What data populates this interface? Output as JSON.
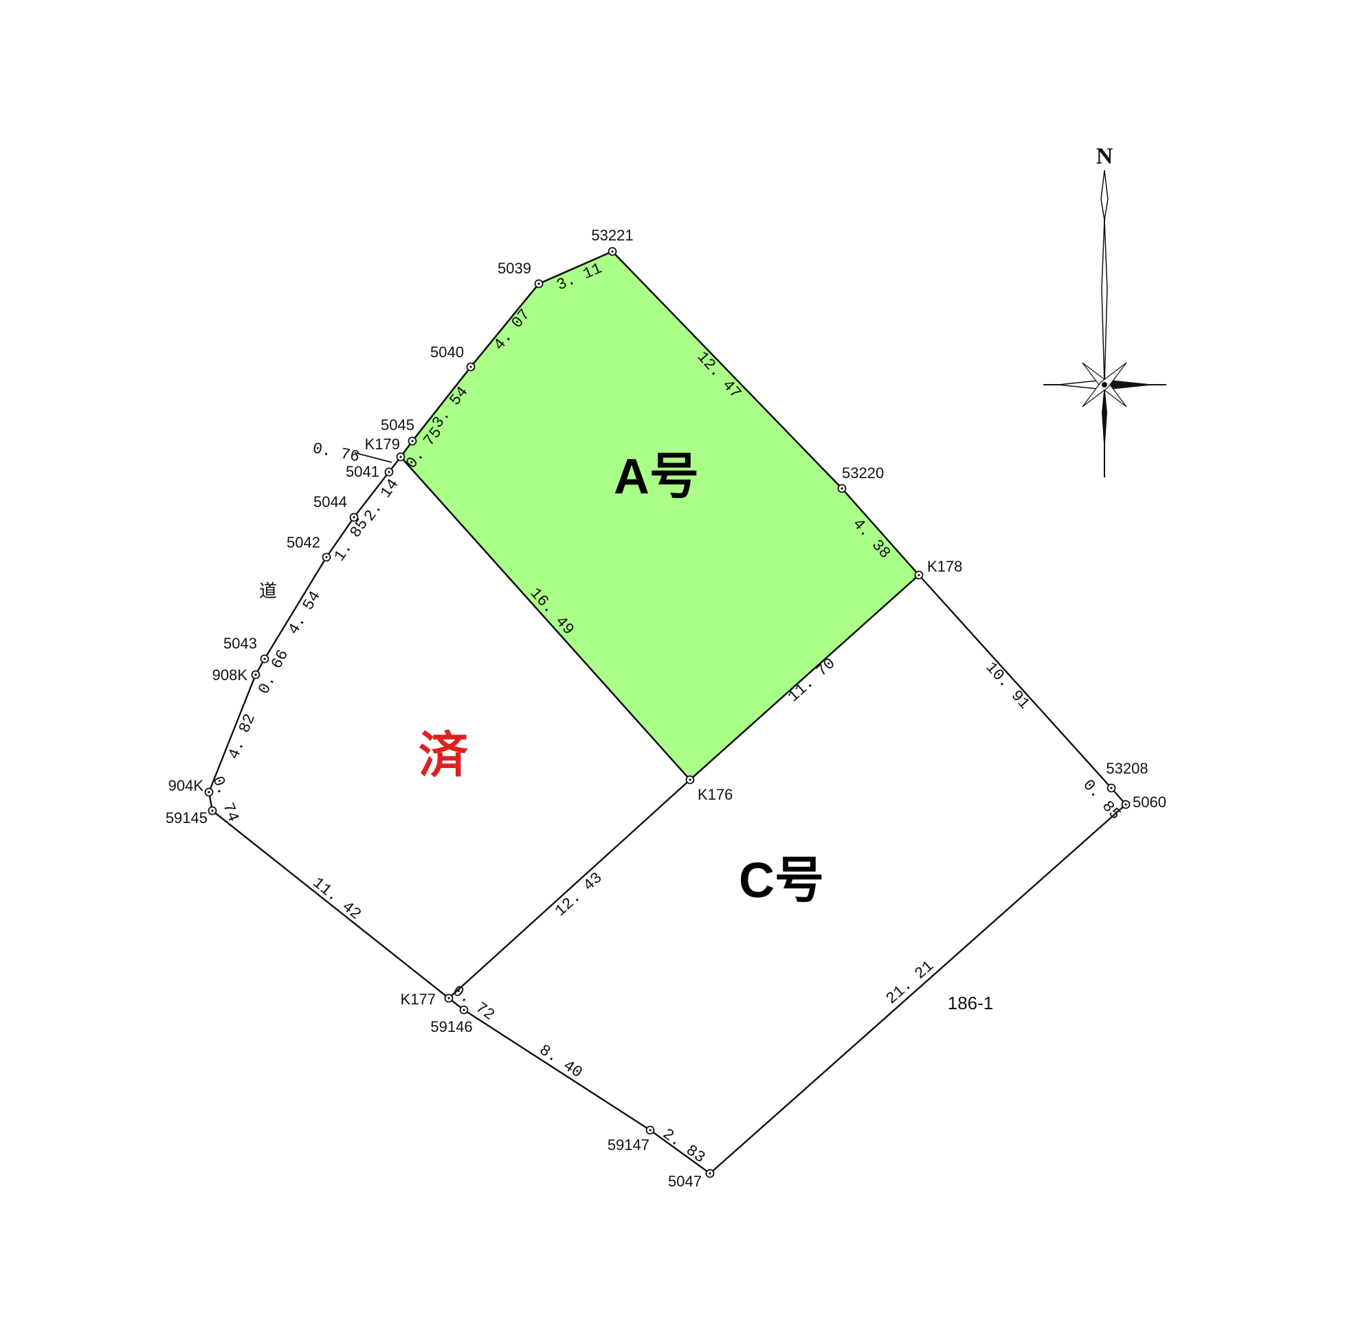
{
  "lots": [
    {
      "id": "A",
      "label": "A号",
      "fill": "#aaff88"
    },
    {
      "id": "C",
      "label": "C号",
      "fill": "#ffffff"
    }
  ],
  "status_label": {
    "text": "済",
    "color": "#dd2222"
  },
  "road_label": "道",
  "neighbor_parcel": "186-1",
  "north_label": "N",
  "points": [
    {
      "id": "53221",
      "label": "53221"
    },
    {
      "id": "5039",
      "label": "5039"
    },
    {
      "id": "5040",
      "label": "5040"
    },
    {
      "id": "5045",
      "label": "5045"
    },
    {
      "id": "K179",
      "label": "K179"
    },
    {
      "id": "5041",
      "label": "5041"
    },
    {
      "id": "5044",
      "label": "5044"
    },
    {
      "id": "5042",
      "label": "5042"
    },
    {
      "id": "5043",
      "label": "5043"
    },
    {
      "id": "908K",
      "label": "908K"
    },
    {
      "id": "904K",
      "label": "904K"
    },
    {
      "id": "59145",
      "label": "59145"
    },
    {
      "id": "K177",
      "label": "K177"
    },
    {
      "id": "59146",
      "label": "59146"
    },
    {
      "id": "59147",
      "label": "59147"
    },
    {
      "id": "5047",
      "label": "5047"
    },
    {
      "id": "5060",
      "label": "5060"
    },
    {
      "id": "53208",
      "label": "53208"
    },
    {
      "id": "K178",
      "label": "K178"
    },
    {
      "id": "53220",
      "label": "53220"
    },
    {
      "id": "K176",
      "label": "K176"
    }
  ],
  "edges": [
    {
      "from": "53221",
      "to": "5039",
      "length": "3. 11"
    },
    {
      "from": "5039",
      "to": "5040",
      "length": "4. 07"
    },
    {
      "from": "5040",
      "to": "5045",
      "length": "3. 54"
    },
    {
      "from": "5045",
      "to": "K179",
      "length": "0. 75"
    },
    {
      "from": "K179",
      "to": "5041",
      "length": "0. 76"
    },
    {
      "from": "5041",
      "to": "5044",
      "length": "2. 14"
    },
    {
      "from": "5044",
      "to": "5042",
      "length": "1. 85"
    },
    {
      "from": "5042",
      "to": "5043",
      "length": "4. 54"
    },
    {
      "from": "5043",
      "to": "908K",
      "length": "0. 66"
    },
    {
      "from": "908K",
      "to": "904K",
      "length": "4. 82"
    },
    {
      "from": "904K",
      "to": "59145",
      "length": "0. 74"
    },
    {
      "from": "59145",
      "to": "K177",
      "length": "11. 42"
    },
    {
      "from": "K177",
      "to": "59146",
      "length": "0. 72"
    },
    {
      "from": "59146",
      "to": "59147",
      "length": "8. 40"
    },
    {
      "from": "59147",
      "to": "5047",
      "length": "2. 83"
    },
    {
      "from": "5047",
      "to": "5060",
      "length": "21. 21"
    },
    {
      "from": "5060",
      "to": "53208",
      "length": "0. 85"
    },
    {
      "from": "53208",
      "to": "K178",
      "length": "10. 91"
    },
    {
      "from": "K178",
      "to": "53220",
      "length": "4. 38"
    },
    {
      "from": "53220",
      "to": "53221",
      "length": "12. 47"
    },
    {
      "from": "K179",
      "to": "K176",
      "length": "16. 49"
    },
    {
      "from": "K176",
      "to": "K178",
      "length": "11. 70"
    },
    {
      "from": "K177",
      "to": "K176",
      "length": "12. 43"
    }
  ]
}
